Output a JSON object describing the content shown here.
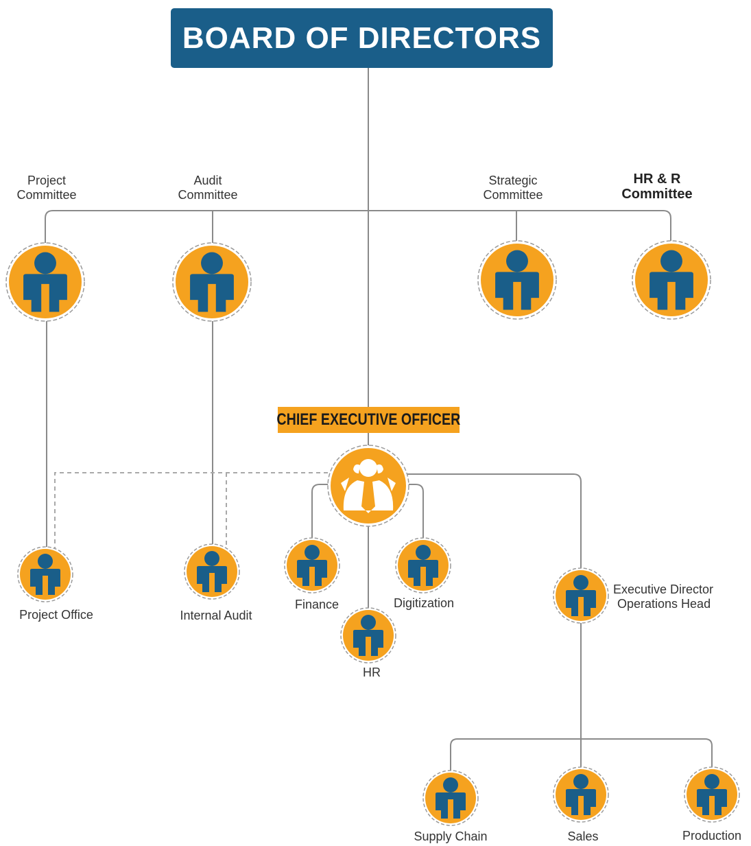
{
  "board": {
    "title": "BOARD OF DIRECTORS"
  },
  "committees": {
    "project": [
      "Project",
      "Committee"
    ],
    "audit": [
      "Audit",
      "Committee"
    ],
    "strategic": [
      "Strategic",
      "Committee"
    ],
    "hrr": [
      "HR & R",
      "Committee"
    ]
  },
  "ceo": {
    "title": "CHIEF EXECUTIVE OFFICER"
  },
  "units": {
    "project_office": "Project Office",
    "internal_audit": "Internal Audit",
    "finance": "Finance",
    "digitization": "Digitization",
    "hr": "HR",
    "exec_director": [
      "Executive Director",
      "Operations Head"
    ],
    "supply_chain": "Supply Chain",
    "sales": "Sales",
    "production": "Production"
  },
  "colors": {
    "navy": "#1a5e89",
    "orange": "#f5a21f",
    "line": "#8a8a8a"
  }
}
